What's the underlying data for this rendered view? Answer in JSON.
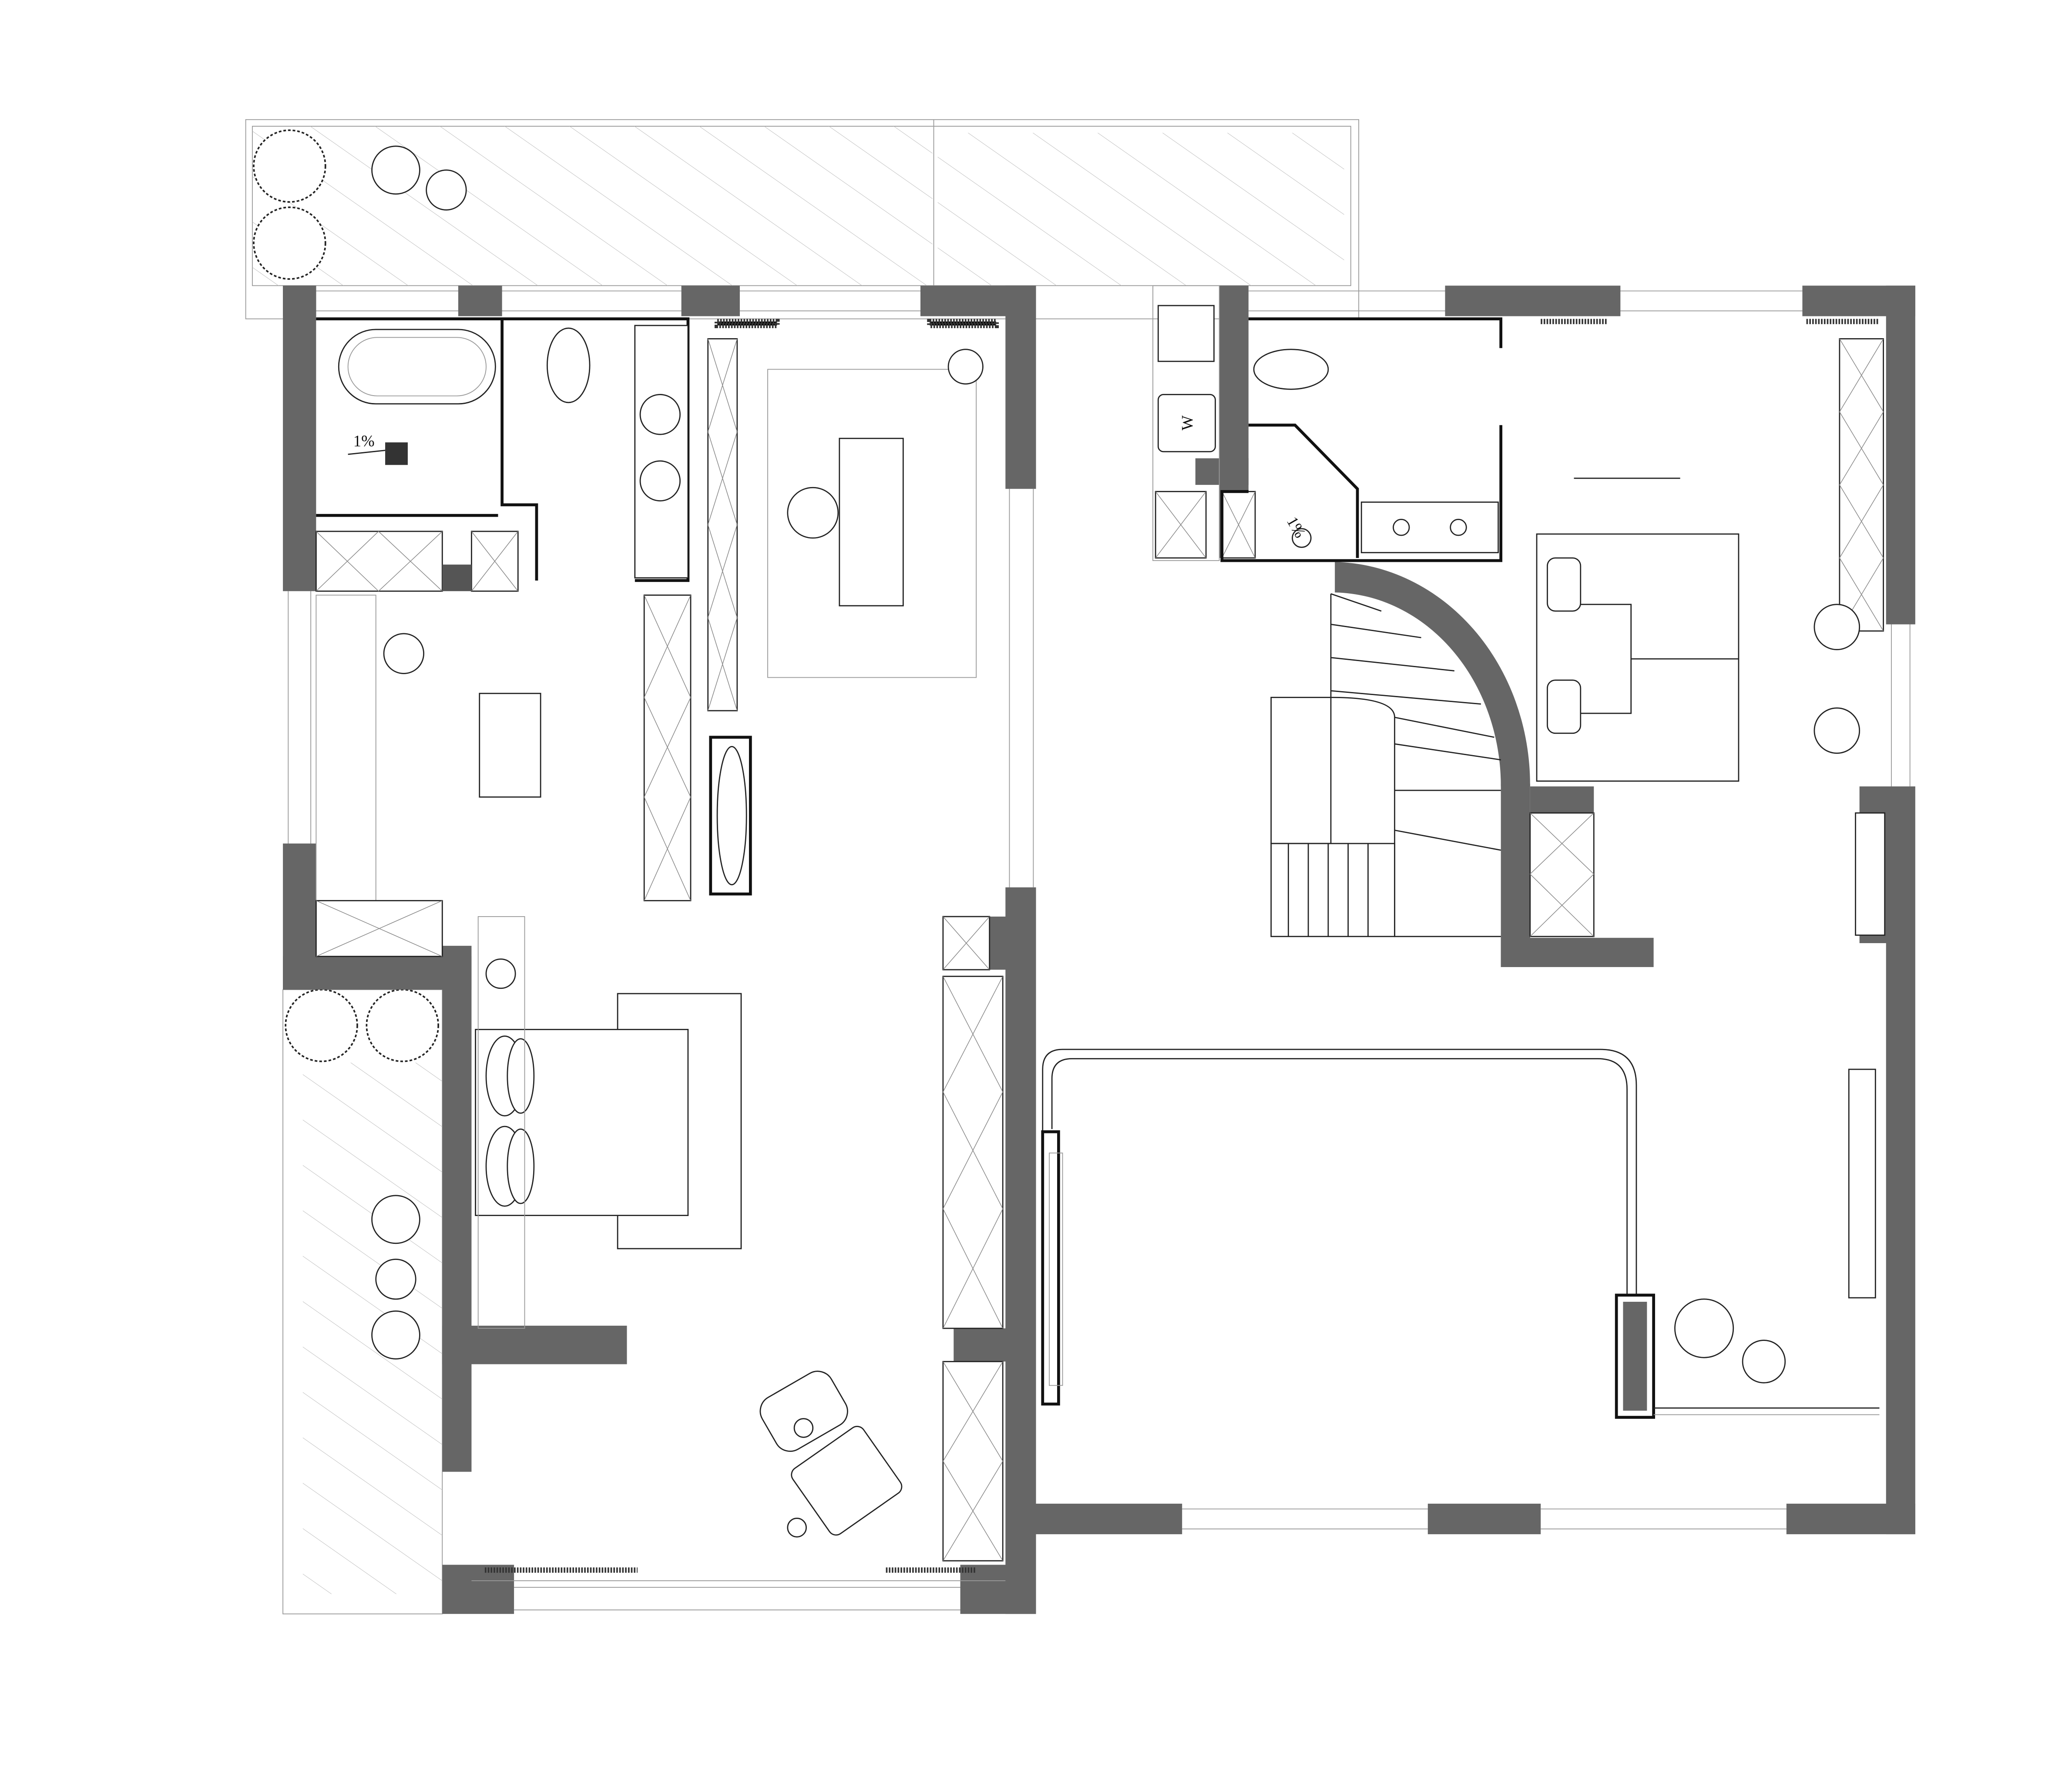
{
  "plan": {
    "labels": {
      "slope_master_bath": "1%",
      "slope_second_bath": "1%",
      "washer": "W"
    },
    "colors": {
      "wall": "#666666",
      "line": "#222222",
      "hatch": "#aaaaaa"
    }
  }
}
